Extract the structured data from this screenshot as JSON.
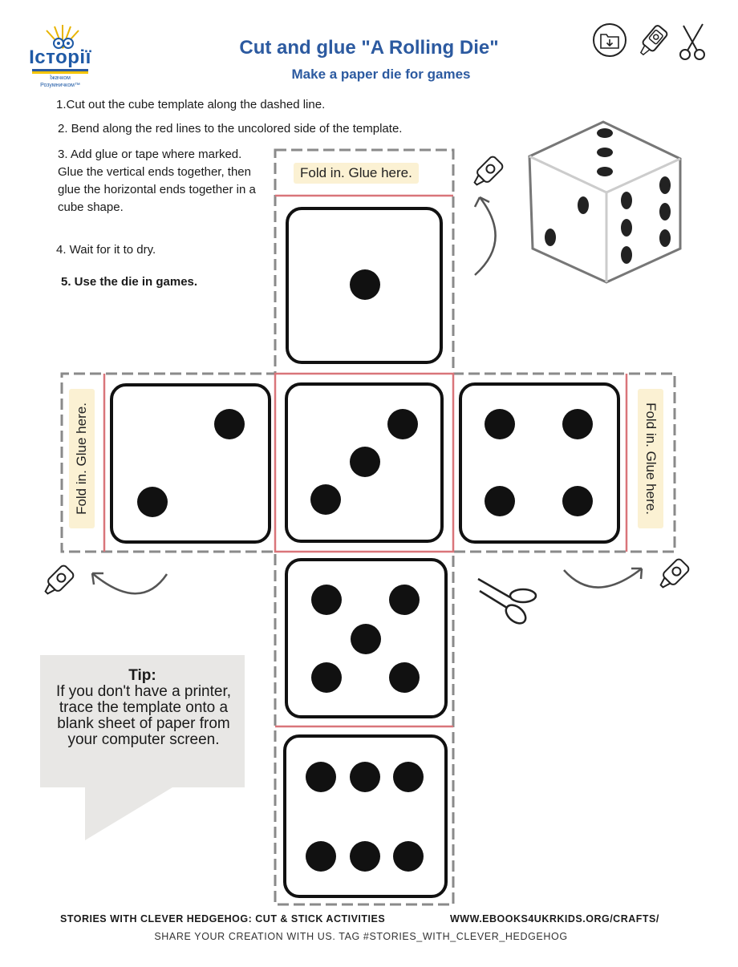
{
  "header": {
    "logo_name": "Історії",
    "logo_tagline_1": "Їжачком",
    "logo_tagline_2": "Розумничком™",
    "title": "Cut and glue \"A Rolling Die\"",
    "subtitle": "Make a paper die for games",
    "icons": [
      "download-folder-icon",
      "glue-bottle-icon",
      "scissors-icon"
    ]
  },
  "instructions": {
    "step1": "1.Cut out the cube template along the dashed line.",
    "step2": "2. Bend along the red lines to the uncolored side of the template.",
    "step3": "3. Add glue or tape where marked. Glue the vertical ends together, then glue the horizontal ends together in a cube shape.",
    "step4": "4. Wait for it to dry.",
    "step5": "5. Use the die in games."
  },
  "template": {
    "fold_top": "Fold in. Glue here.",
    "fold_left": "Fold in. Glue here.",
    "fold_right": "Fold in. Glue here.",
    "faces": [
      1,
      2,
      3,
      4,
      5,
      6
    ],
    "cut_line_color": "#8a8a8a",
    "fold_line_color": "#d9757a",
    "fold_label_bg": "#fbf1d3"
  },
  "tip": {
    "title": "Tip:",
    "body": "If you don't have a printer, trace the template onto a blank sheet of paper from your computer screen."
  },
  "footer": {
    "left": "STORIES WITH CLEVER HEDGEHOG: CUT & STICK ACTIVITIES",
    "right": "WWW.EBOOKS4UKRKIDS.ORG/CRAFTS/",
    "bottom": "SHARE YOUR CREATION WITH US. TAG #STORIES_WITH_CLEVER_HEDGEHOG"
  },
  "colors": {
    "title": "#2c5aa0",
    "tip_bg": "#e8e7e5"
  }
}
